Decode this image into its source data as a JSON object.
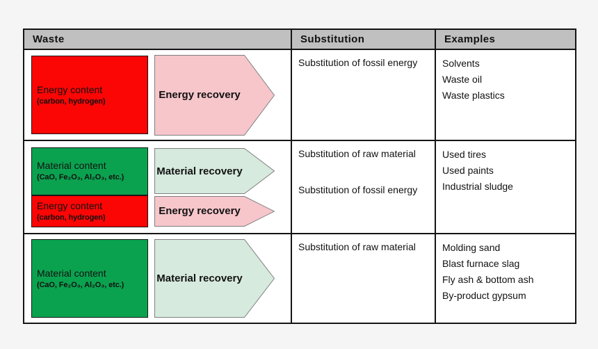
{
  "colors": {
    "page_bg": "#f5f5f6",
    "header_bg": "#c0c0c0",
    "red_box": "#fb0505",
    "pink_arrow": "#f6c6cb",
    "green_box": "#0ba24f",
    "light_green_arrow": "#d6eade",
    "arrow_border": "#7f7f7f"
  },
  "header": {
    "waste": "Waste",
    "substitution": "Substitution",
    "examples": "Examples"
  },
  "rows": [
    {
      "waste_items": [
        {
          "box_title": "Energy content",
          "box_subtitle": "(carbon, hydrogen)",
          "arrow_label": "Energy recovery"
        }
      ],
      "substitution": [
        "Substitution of fossil energy"
      ],
      "examples": [
        "Solvents",
        "Waste oil",
        "Waste plastics"
      ]
    },
    {
      "waste_items": [
        {
          "box_title": "Material content",
          "box_subtitle": "(CaO, Fe₂O₃, Al₂O₃, etc.)",
          "arrow_label": "Material recovery"
        },
        {
          "box_title": "Energy content",
          "box_subtitle": "(carbon, hydrogen)",
          "arrow_label": "Energy recovery"
        }
      ],
      "substitution": [
        "Substitution of raw material",
        "Substitution of fossil energy"
      ],
      "examples": [
        "Used tires",
        "Used paints",
        "Industrial sludge"
      ]
    },
    {
      "waste_items": [
        {
          "box_title": "Material content",
          "box_subtitle": "(CaO, Fe₂O₃, Al₂O₃, etc.)",
          "arrow_label": "Material recovery"
        }
      ],
      "substitution": [
        "Substitution of raw material"
      ],
      "examples": [
        "Molding sand",
        "Blast furnace slag",
        "Fly ash & bottom ash",
        "By-product gypsum"
      ]
    }
  ]
}
